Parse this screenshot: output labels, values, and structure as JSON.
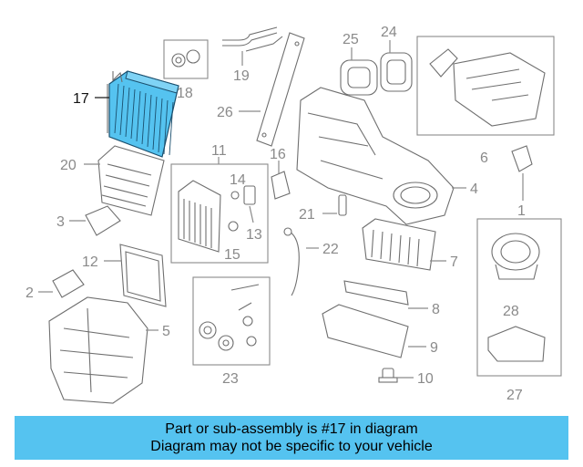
{
  "callouts": {
    "c1": "1",
    "c2": "2",
    "c3": "3",
    "c4": "4",
    "c5": "5",
    "c6": "6",
    "c7": "7",
    "c8": "8",
    "c9": "9",
    "c10": "10",
    "c11": "11",
    "c12": "12",
    "c13": "13",
    "c14": "14",
    "c15": "15",
    "c16": "16",
    "c17": "17",
    "c18": "18",
    "c19": "19",
    "c20": "20",
    "c21": "21",
    "c22": "22",
    "c23": "23",
    "c24": "24",
    "c25": "25",
    "c26": "26",
    "c27": "27",
    "c28": "28"
  },
  "highlight": {
    "part": "17",
    "color": "#55c3f0"
  },
  "banner": {
    "line1": "Part or sub-assembly is #17 in diagram",
    "line2": "Diagram may not be specific to your vehicle",
    "color": "#55c3f0"
  }
}
